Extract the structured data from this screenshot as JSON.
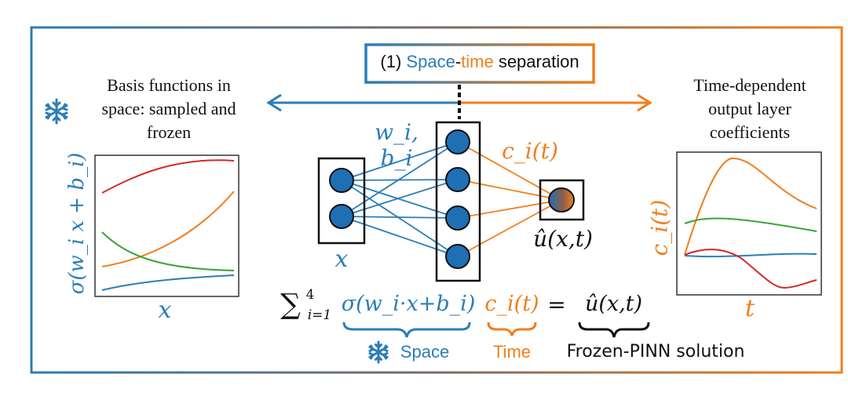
{
  "title_box": {
    "prefix": "(1) ",
    "space": "Space",
    "dash": "-",
    "time": "time",
    "suffix": " separation"
  },
  "left_caption": [
    "Basis functions in",
    "space: sampled and",
    "frozen"
  ],
  "right_caption": [
    "Time-dependent",
    "output layer",
    "coefficients"
  ],
  "network": {
    "weight_label": "w_i, b_i",
    "coef_label": "c_i(t)",
    "input_label": "x",
    "output_label": "û(x,t)"
  },
  "left_plot": {
    "ylabel": "σ(w_i x + b_i)",
    "xlabel": "x"
  },
  "right_plot": {
    "ylabel": "c_i(t)",
    "xlabel": "t"
  },
  "equation": {
    "sum": "∑",
    "sum_upper": "4",
    "sum_lower": "i=1",
    "basis": "σ(w_i·x+b_i)",
    "coef": "c_i(t)",
    "equals": "=",
    "solution": "û(x,t)"
  },
  "brace_labels": {
    "space": "Space",
    "time": "Time",
    "solution": "Frozen-PINN solution"
  },
  "colors": {
    "blue": "#2b7db8",
    "orange": "#f07f1d",
    "red": "#d62728",
    "green": "#3aa336",
    "node": "#1f6fb5"
  },
  "icons": [
    "snowflake-icon"
  ]
}
